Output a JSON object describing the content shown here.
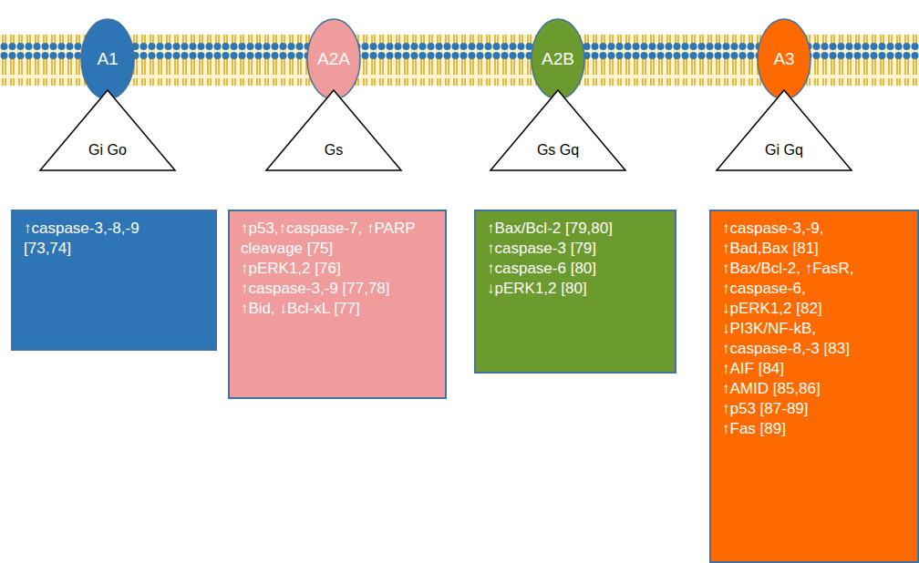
{
  "diagram": {
    "nodes": [
      {
        "text": [
          "A1"
        ]
      },
      {
        "text": [
          "A2A"
        ]
      },
      {
        "text": [
          "A2B"
        ]
      },
      {
        "text": [
          "A3"
        ]
      },
      {
        "text": [
          "Gi Go"
        ]
      },
      {
        "text": [
          "Gs"
        ]
      },
      {
        "text": [
          "Gs Gq"
        ]
      },
      {
        "text": [
          "Gi Gq"
        ]
      },
      {
        "text": [
          "↑caspase-3,-8,-9 [73,74]"
        ]
      },
      {
        "text": [
          "↑p53,↑caspase-7, ↑PARP cleavage [75]",
          "↑pERK1,2 [76]",
          "↑caspase-3,-9 [77,78]",
          "↑Bid, ↓Bcl-xL [77]"
        ]
      },
      {
        "text": [
          "↑Bax/Bcl-2 [79,80]",
          "↑caspase-3 [79]",
          "↑caspase-6 [80]",
          "↓pERK1,2 [80]"
        ]
      },
      {
        "text": [
          "↑caspase-3,-9, ↑Bad,Bax [81]",
          "↑Bax/Bcl-2, ↑FasR, ↑caspase-6, ↓pERK1,2 [82]",
          "↓PI3K/NF-kB, ↑caspase-8,-3 [83]",
          "↑AIF [84]",
          "↑AMID [85,86]",
          "↑p53 [87-89]",
          "↑Fas [89]"
        ]
      }
    ]
  }
}
